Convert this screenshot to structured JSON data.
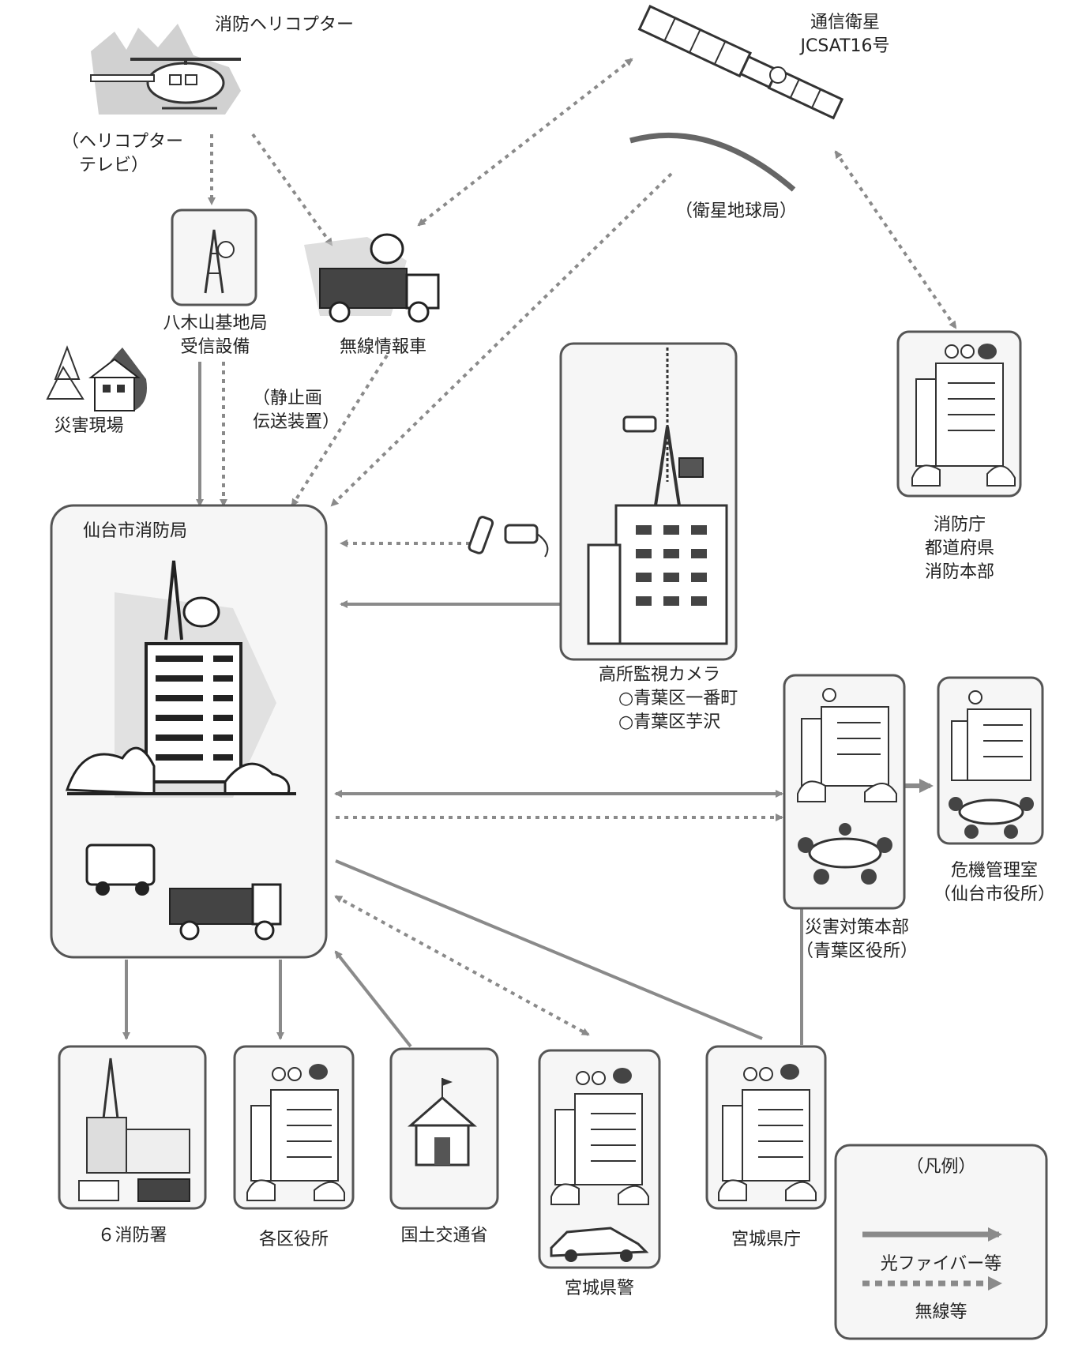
{
  "colors": {
    "line": "#8a8a8a",
    "box_border": "#555555",
    "box_fill": "#f6f6f6",
    "text": "#222222"
  },
  "nodes": {
    "helicopter": "消防ヘリコプター",
    "helicopter_tv": "（ヘリコプター\n　テレビ）",
    "satellite": "通信衛星\nJCSAT16号",
    "earth_station": "（衛星地球局）",
    "yagiyama": "八木山基地局\n受信設備",
    "radio_car": "無線情報車",
    "disaster_site": "災害現場",
    "still_image": "（静止画\n伝送装置）",
    "fire_agency": "消防庁\n都道府県\n消防本部",
    "sendai_fire": "仙台市消防局",
    "camera": "高所監視カメラ",
    "camera_sites": "○青葉区一番町\n○青葉区芋沢",
    "disaster_hq": "災害対策本部\n（青葉区役所）",
    "crisis_room": "危機管理室\n（仙台市役所）",
    "fire_stations": "６消防署",
    "ward_offices": "各区役所",
    "mlit": "国土交通省",
    "police": "宮城県警",
    "pref_office": "宮城県庁"
  },
  "legend": {
    "title": "（凡例）",
    "solid": "光ファイバー等",
    "dotted": "無線等"
  }
}
